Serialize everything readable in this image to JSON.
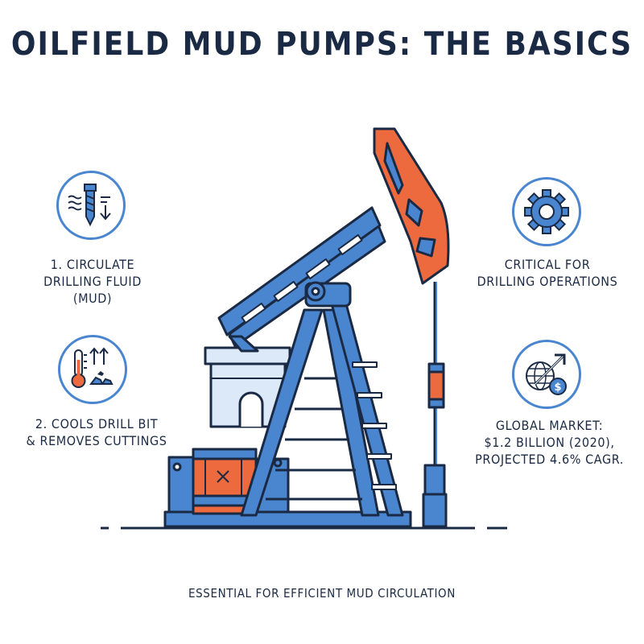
{
  "title": "OILFIELD MUD PUMPS: THE BASICS",
  "footer": "ESSENTIAL FOR EFFICIENT MUD CIRCULATION",
  "left_items": [
    {
      "icon": "drill-bit-icon",
      "lines": [
        "1. CIRCULATE",
        "DRILLING FLUID",
        "(MUD)"
      ]
    },
    {
      "icon": "thermometer-cuttings-icon",
      "lines": [
        "2. COOLS DRILL BIT",
        "& REMOVES CUTTINGS"
      ]
    }
  ],
  "right_items": [
    {
      "icon": "gear-icon",
      "lines": [
        "CRITICAL FOR",
        "DRILLING OPERATIONS"
      ]
    },
    {
      "icon": "globe-growth-dollar-icon",
      "lines": [
        "GLOBAL MARKET:",
        "$1.2 BILLION (2020),",
        "PROJECTED 4.6% CAGR."
      ]
    }
  ],
  "colors": {
    "blue": "#4a86d0",
    "dark_navy": "#1b2a44",
    "orange": "#ec6a3e",
    "light_blue": "#dbe9f8"
  }
}
